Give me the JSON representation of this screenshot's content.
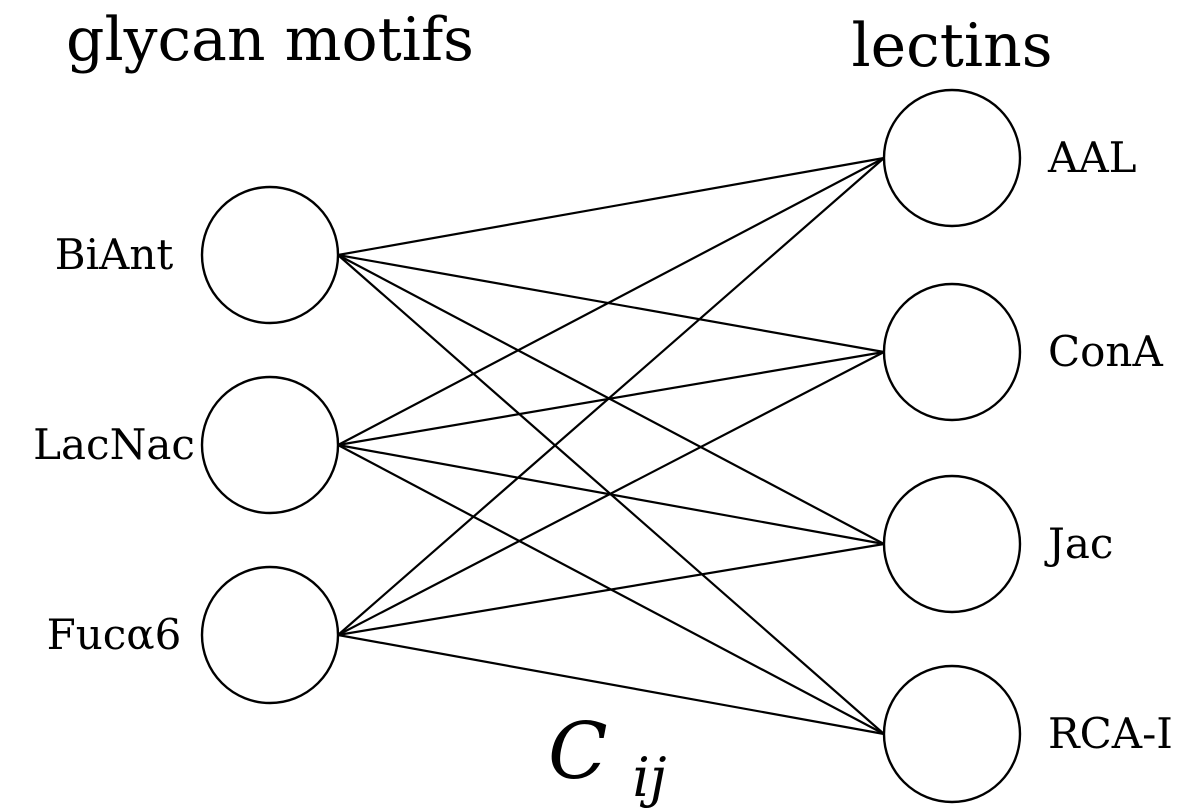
{
  "headings": {
    "left": "glycan motifs",
    "right": "lectins"
  },
  "glycan_motifs": [
    {
      "label": "BiAnt"
    },
    {
      "label": "LacNac"
    },
    {
      "label": "Fucα6"
    }
  ],
  "lectins": [
    {
      "label": "AAL"
    },
    {
      "label": "ConA"
    },
    {
      "label": "Jac"
    },
    {
      "label": "RCA-I"
    }
  ],
  "connections": [
    [
      0,
      0
    ],
    [
      0,
      1
    ],
    [
      0,
      2
    ],
    [
      0,
      3
    ],
    [
      1,
      0
    ],
    [
      1,
      1
    ],
    [
      1,
      2
    ],
    [
      1,
      3
    ],
    [
      2,
      0
    ],
    [
      2,
      1
    ],
    [
      2,
      2
    ],
    [
      2,
      3
    ]
  ],
  "matrix_label": {
    "main": "C",
    "sub": "ij"
  }
}
